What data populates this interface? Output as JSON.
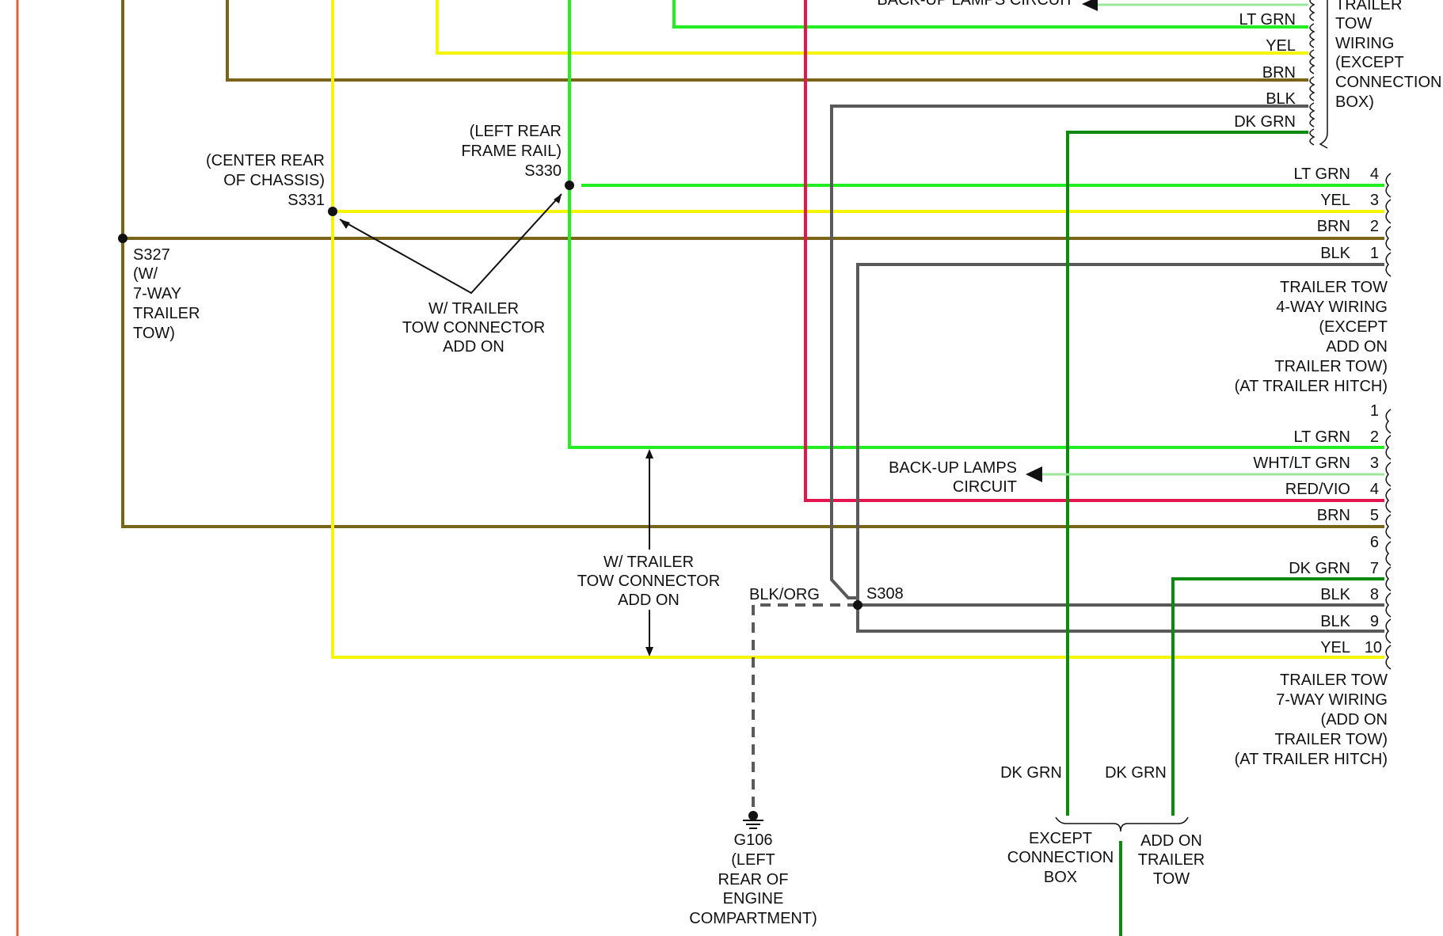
{
  "colors": {
    "lt_grn": "#22ee22",
    "yel": "#f5f500",
    "brn": "#7a6418",
    "blk": "#5a5a5a",
    "dk_grn": "#0b8a0b",
    "red_vio": "#e3164e",
    "wht_lt_grn": "#9be89b",
    "margin": "#d9663a"
  },
  "labels": {
    "backup_top": "BACK-UP LAMPS CIRCUIT",
    "top_lt_grn": "LT GRN",
    "top_yel": "YEL",
    "top_brn": "BRN",
    "top_blk": "BLK",
    "top_dk_grn": "DK GRN",
    "tow_group_1": "TRAILER",
    "tow_group_2": "TOW",
    "tow_group_3": "WIRING",
    "tow_group_4": "(EXCEPT",
    "tow_group_5": "CONNECTION",
    "tow_group_6": "BOX)",
    "lrfr_1": "(LEFT REAR",
    "lrfr_2": "FRAME RAIL)",
    "s330": "S330",
    "crc_1": "(CENTER REAR",
    "crc_2": "OF CHASSIS)",
    "s331": "S331",
    "s327_1": "S327",
    "s327_2": "(W/",
    "s327_3": "7-WAY",
    "s327_4": "TRAILER",
    "s327_5": "TOW)",
    "wtc1_1": "W/ TRAILER",
    "wtc1_2": "TOW CONNECTOR",
    "wtc1_3": "ADD ON",
    "wtc2_1": "W/ TRAILER",
    "wtc2_2": "TOW CONNECTOR",
    "wtc2_3": "ADD ON",
    "fw_lt_grn": "LT GRN",
    "fw_yel": "YEL",
    "fw_brn": "BRN",
    "fw_blk": "BLK",
    "fw_n4": "4",
    "fw_n3": "3",
    "fw_n2": "2",
    "fw_n1": "1",
    "t4_1": "TRAILER TOW",
    "t4_2": "4-WAY WIRING",
    "t4_3": "(EXCEPT",
    "t4_4": "ADD ON",
    "t4_5": "TRAILER TOW)",
    "t4_6": "(AT TRAILER HITCH)",
    "sw_n1": "1",
    "sw_lt_grn": "LT GRN",
    "sw_n2": "2",
    "sw_wht": "WHT/LT GRN",
    "sw_n3": "3",
    "sw_red": "RED/VIO",
    "sw_n4": "4",
    "sw_brn": "BRN",
    "sw_n5": "5",
    "sw_n6": "6",
    "sw_dk_grn": "DK GRN",
    "sw_n7": "7",
    "sw_blk8": "BLK",
    "sw_n8": "8",
    "sw_blk9": "BLK",
    "sw_n9": "9",
    "sw_yel": "YEL",
    "sw_n10": "10",
    "backup_mid_1": "BACK-UP LAMPS",
    "backup_mid_2": "CIRCUIT",
    "blk_org": "BLK/ORG",
    "s308": "S308",
    "t7_1": "TRAILER TOW",
    "t7_2": "7-WAY WIRING",
    "t7_3": "(ADD ON",
    "t7_4": "TRAILER TOW)",
    "t7_5": "(AT TRAILER HITCH)",
    "g106_1": "G106",
    "g106_2": "(LEFT",
    "g106_3": "REAR OF",
    "g106_4": "ENGINE",
    "g106_5": "COMPARTMENT)",
    "dk_grn_left": "DK GRN",
    "dk_grn_right": "DK GRN",
    "ecb_1": "EXCEPT",
    "ecb_2": "CONNECTION",
    "ecb_3": "BOX",
    "aot_1": "ADD ON",
    "aot_2": "TRAILER",
    "aot_3": "TOW"
  }
}
